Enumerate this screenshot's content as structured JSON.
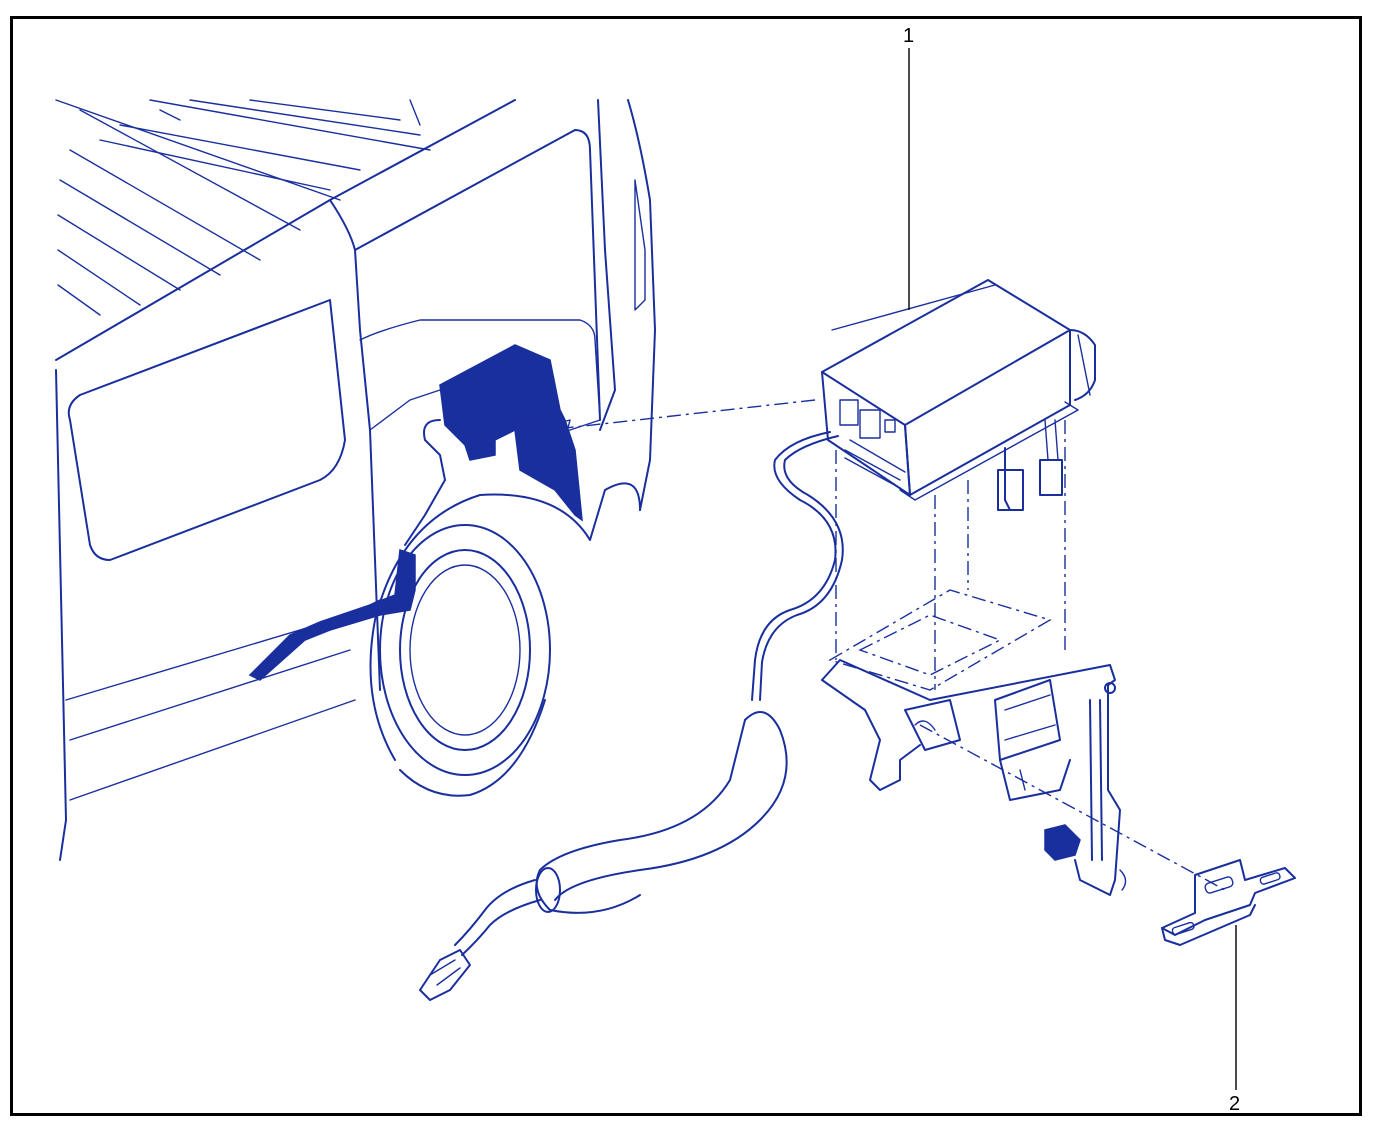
{
  "colors": {
    "line": "#1a2f9e",
    "frame": "#000000",
    "background": "#ffffff"
  },
  "callouts": [
    {
      "id": "1",
      "label": "1"
    },
    {
      "id": "2",
      "label": "2"
    }
  ],
  "parts": {
    "vehicle": "van-rear-side",
    "charger": "charger-unit",
    "bracket": "mounting-bracket",
    "small_bracket": "small-mounting-bracket",
    "cable": "charging-cable"
  }
}
